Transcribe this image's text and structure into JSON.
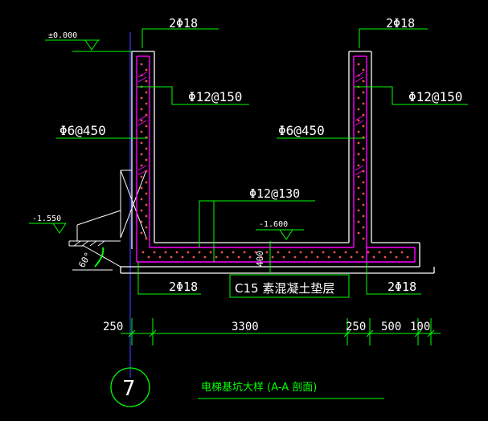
{
  "drawing": {
    "title": "电梯基坑大样 (A-A 剖面)",
    "section_mark": "7",
    "colors": {
      "background": "#000000",
      "wall": "#ffffff",
      "rebar": "#ff00ff",
      "leader": "#00ff00",
      "text": "#ffffff",
      "axis": "#3a3aff",
      "elev": "#00ff00"
    }
  },
  "labels": {
    "top_left_bar": "2Φ18",
    "top_right_bar": "2Φ18",
    "left_vert_bar": "Φ12@150",
    "right_vert_bar": "Φ12@150",
    "left_stirrup": "Φ6@450",
    "right_stirrup": "Φ6@450",
    "slab_bar": "Φ12@130",
    "bottom_left_bar": "2Φ18",
    "bottom_right_bar": "2Φ18",
    "cushion": "C15 素混凝土垫层",
    "slab_thickness": "400",
    "angle": "60°"
  },
  "elevations": {
    "top": "±0.000",
    "left_ground": "-1.550",
    "pit_bottom": "-1.600"
  },
  "dimensions": {
    "d1": "250",
    "d2": "3300",
    "d3": "250",
    "d4": "500",
    "d5": "100"
  }
}
